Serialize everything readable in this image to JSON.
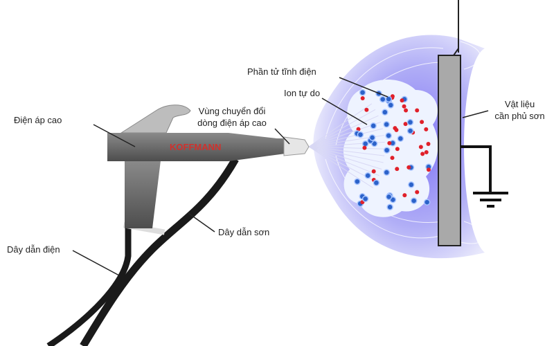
{
  "labels": {
    "electrostatic_particle": "Phần tử tĩnh điện",
    "free_ion": "Ion tự do",
    "conversion_zone_line1": "Vùng chuyển đổi",
    "conversion_zone_line2": "dòng điện áp cao",
    "high_voltage": "Điện áp cao",
    "material_line1": "Vật liệu",
    "material_line2": "cần phủ sơn",
    "paint_hose": "Dây dẫn sơn",
    "power_cable": "Dây dẫn điện"
  },
  "brand": {
    "logo_text": "KOFFMANN",
    "color": "#d0312d"
  },
  "colors": {
    "positive": "#e0202a",
    "negative": "#2b62c9",
    "field": "#8c8cf0",
    "panel": "#a9a9a9"
  }
}
